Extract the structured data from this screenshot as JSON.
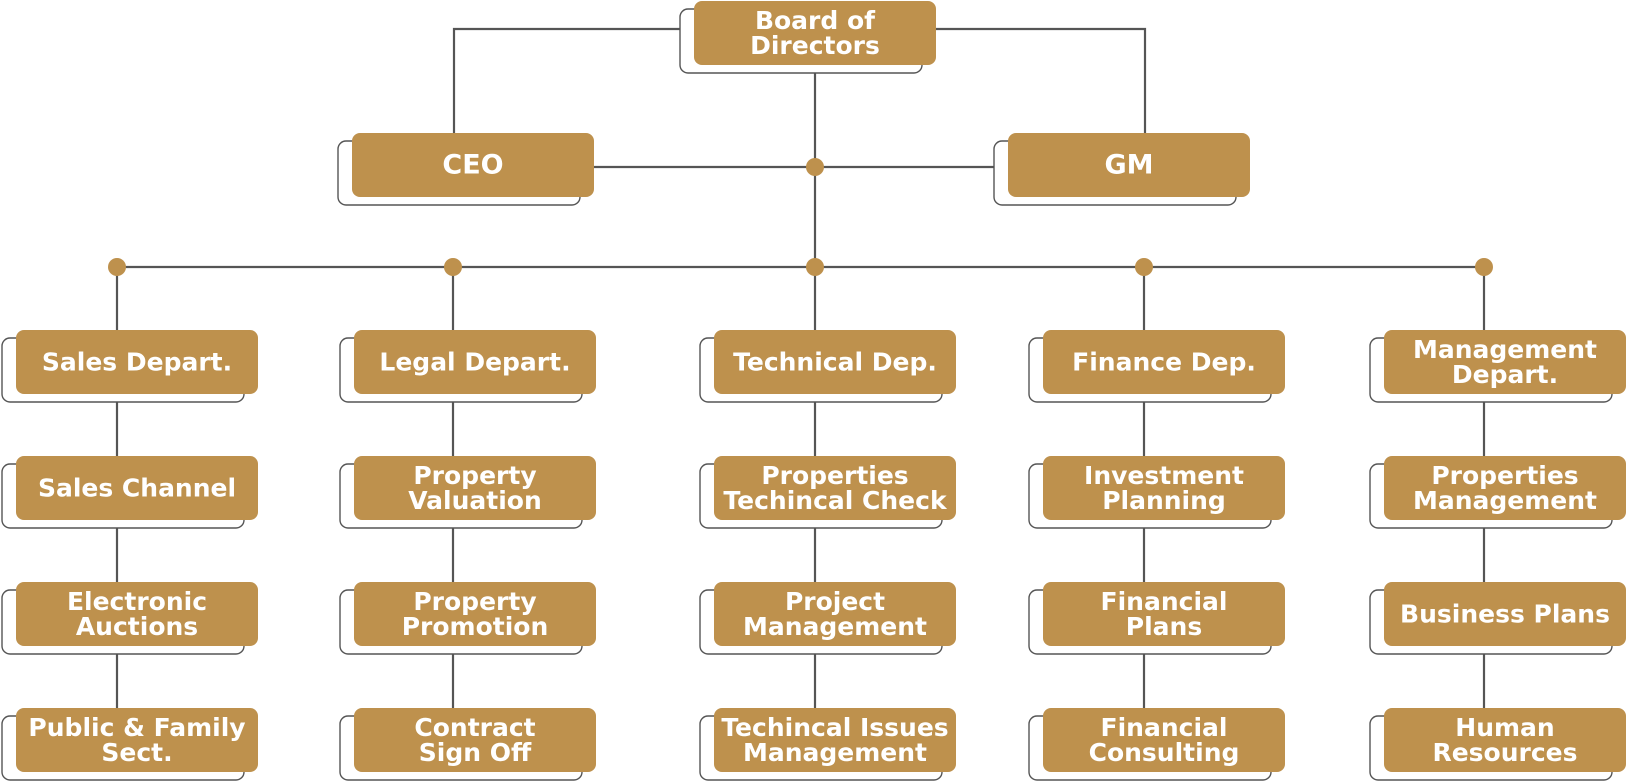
{
  "colors": {
    "box": "#be914d",
    "text": "#ffffff",
    "line": "#555555",
    "dot": "#be914d"
  },
  "top": {
    "board": [
      "Board of",
      "Directors"
    ],
    "ceo": [
      "CEO"
    ],
    "gm": [
      "GM"
    ]
  },
  "columns": [
    {
      "head": [
        "Sales Depart."
      ],
      "items": [
        [
          "Sales Channel"
        ],
        [
          "Electronic",
          "Auctions"
        ],
        [
          "Public & Family",
          "Sect."
        ]
      ]
    },
    {
      "head": [
        "Legal Depart."
      ],
      "items": [
        [
          "Property",
          "Valuation"
        ],
        [
          "Property",
          "Promotion"
        ],
        [
          "Contract",
          "Sign Off"
        ]
      ]
    },
    {
      "head": [
        "Technical Dep."
      ],
      "items": [
        [
          "Properties",
          "Techincal Check"
        ],
        [
          "Project",
          "Management"
        ],
        [
          "Techincal Issues",
          "Management"
        ]
      ]
    },
    {
      "head": [
        "Finance Dep."
      ],
      "items": [
        [
          "Investment",
          "Planning"
        ],
        [
          "Financial",
          "Plans"
        ],
        [
          "Financial",
          "Consulting"
        ]
      ]
    },
    {
      "head": [
        "Management",
        "Depart."
      ],
      "items": [
        [
          "Properties",
          "Management"
        ],
        [
          "Business Plans"
        ],
        [
          "Human",
          "Resources"
        ]
      ]
    }
  ]
}
